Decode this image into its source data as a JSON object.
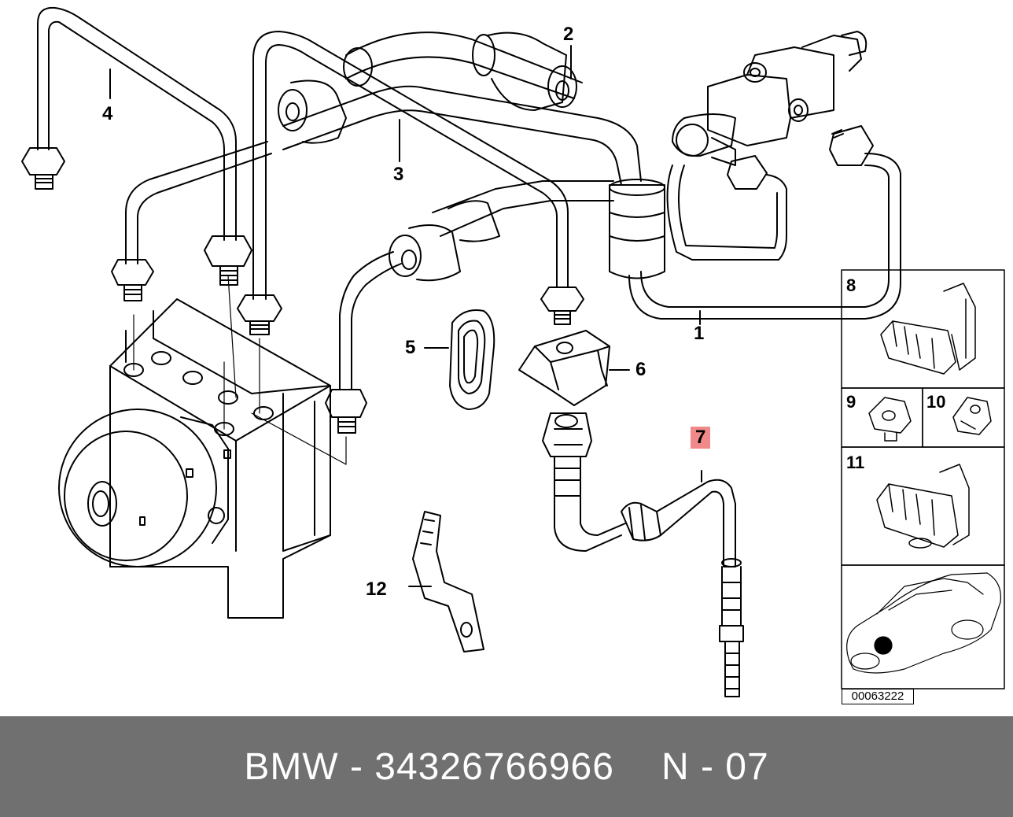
{
  "part_labels": {
    "p1": "1",
    "p2": "2",
    "p3": "3",
    "p4": "4",
    "p5": "5",
    "p6": "6",
    "p7": "7",
    "p12": "12"
  },
  "inset_labels": {
    "i8": "8",
    "i9": "9",
    "i10": "10",
    "i11": "11"
  },
  "reference_code": "00063222",
  "footer": {
    "brand_part": "BMW - 34326766966",
    "position": "N - 07"
  },
  "colors": {
    "highlight": "#f08a8a",
    "footer_bg": "#707070",
    "line": "#000000"
  }
}
